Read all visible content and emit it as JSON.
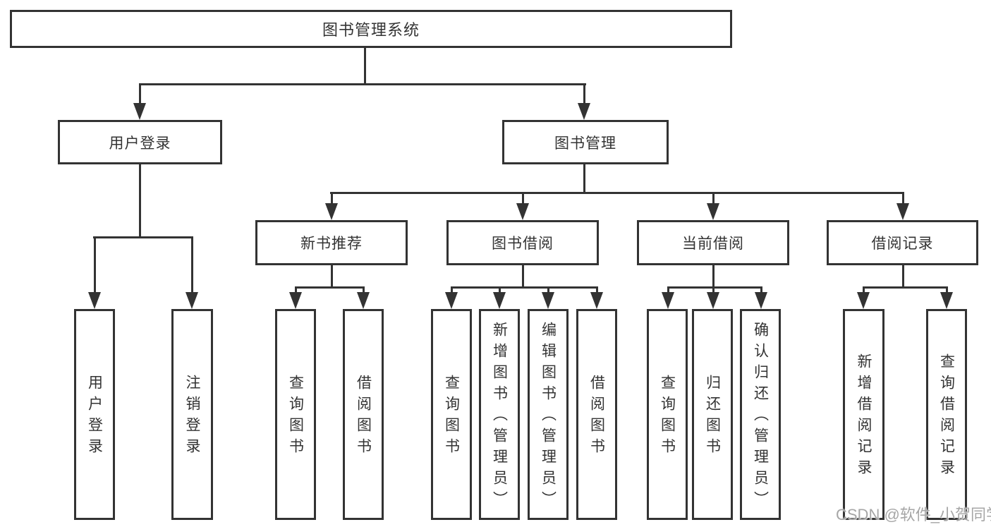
{
  "tree": {
    "root": {
      "label": "图书管理系统"
    },
    "branches": [
      {
        "key": "user-login",
        "label": "用户登录",
        "children": [
          "用户登录",
          "注销登录"
        ]
      },
      {
        "key": "book-management",
        "label": "图书管理",
        "sections": [
          {
            "key": "new-book-recommend",
            "label": "新书推荐",
            "children": [
              "查询图书",
              "借阅图书"
            ]
          },
          {
            "key": "book-borrow",
            "label": "图书借阅",
            "children": [
              "查询图书",
              "新增图书（管理员）",
              "编辑图书（管理员）",
              "借阅图书"
            ]
          },
          {
            "key": "current-borrow",
            "label": "当前借阅",
            "children": [
              "查询图书",
              "归还图书",
              "确认归还（管理员）"
            ]
          },
          {
            "key": "borrow-records",
            "label": "借阅记录",
            "children": [
              "新增借阅记录",
              "查询借阅记录"
            ]
          }
        ]
      }
    ]
  },
  "watermark": {
    "text": "CSDN @软件_小贺同学"
  },
  "colors": {
    "line": "#333333",
    "text": "#333333",
    "box_background": "#ffffff",
    "page_background": "#ffffff",
    "watermark": "#9e9e9e"
  }
}
